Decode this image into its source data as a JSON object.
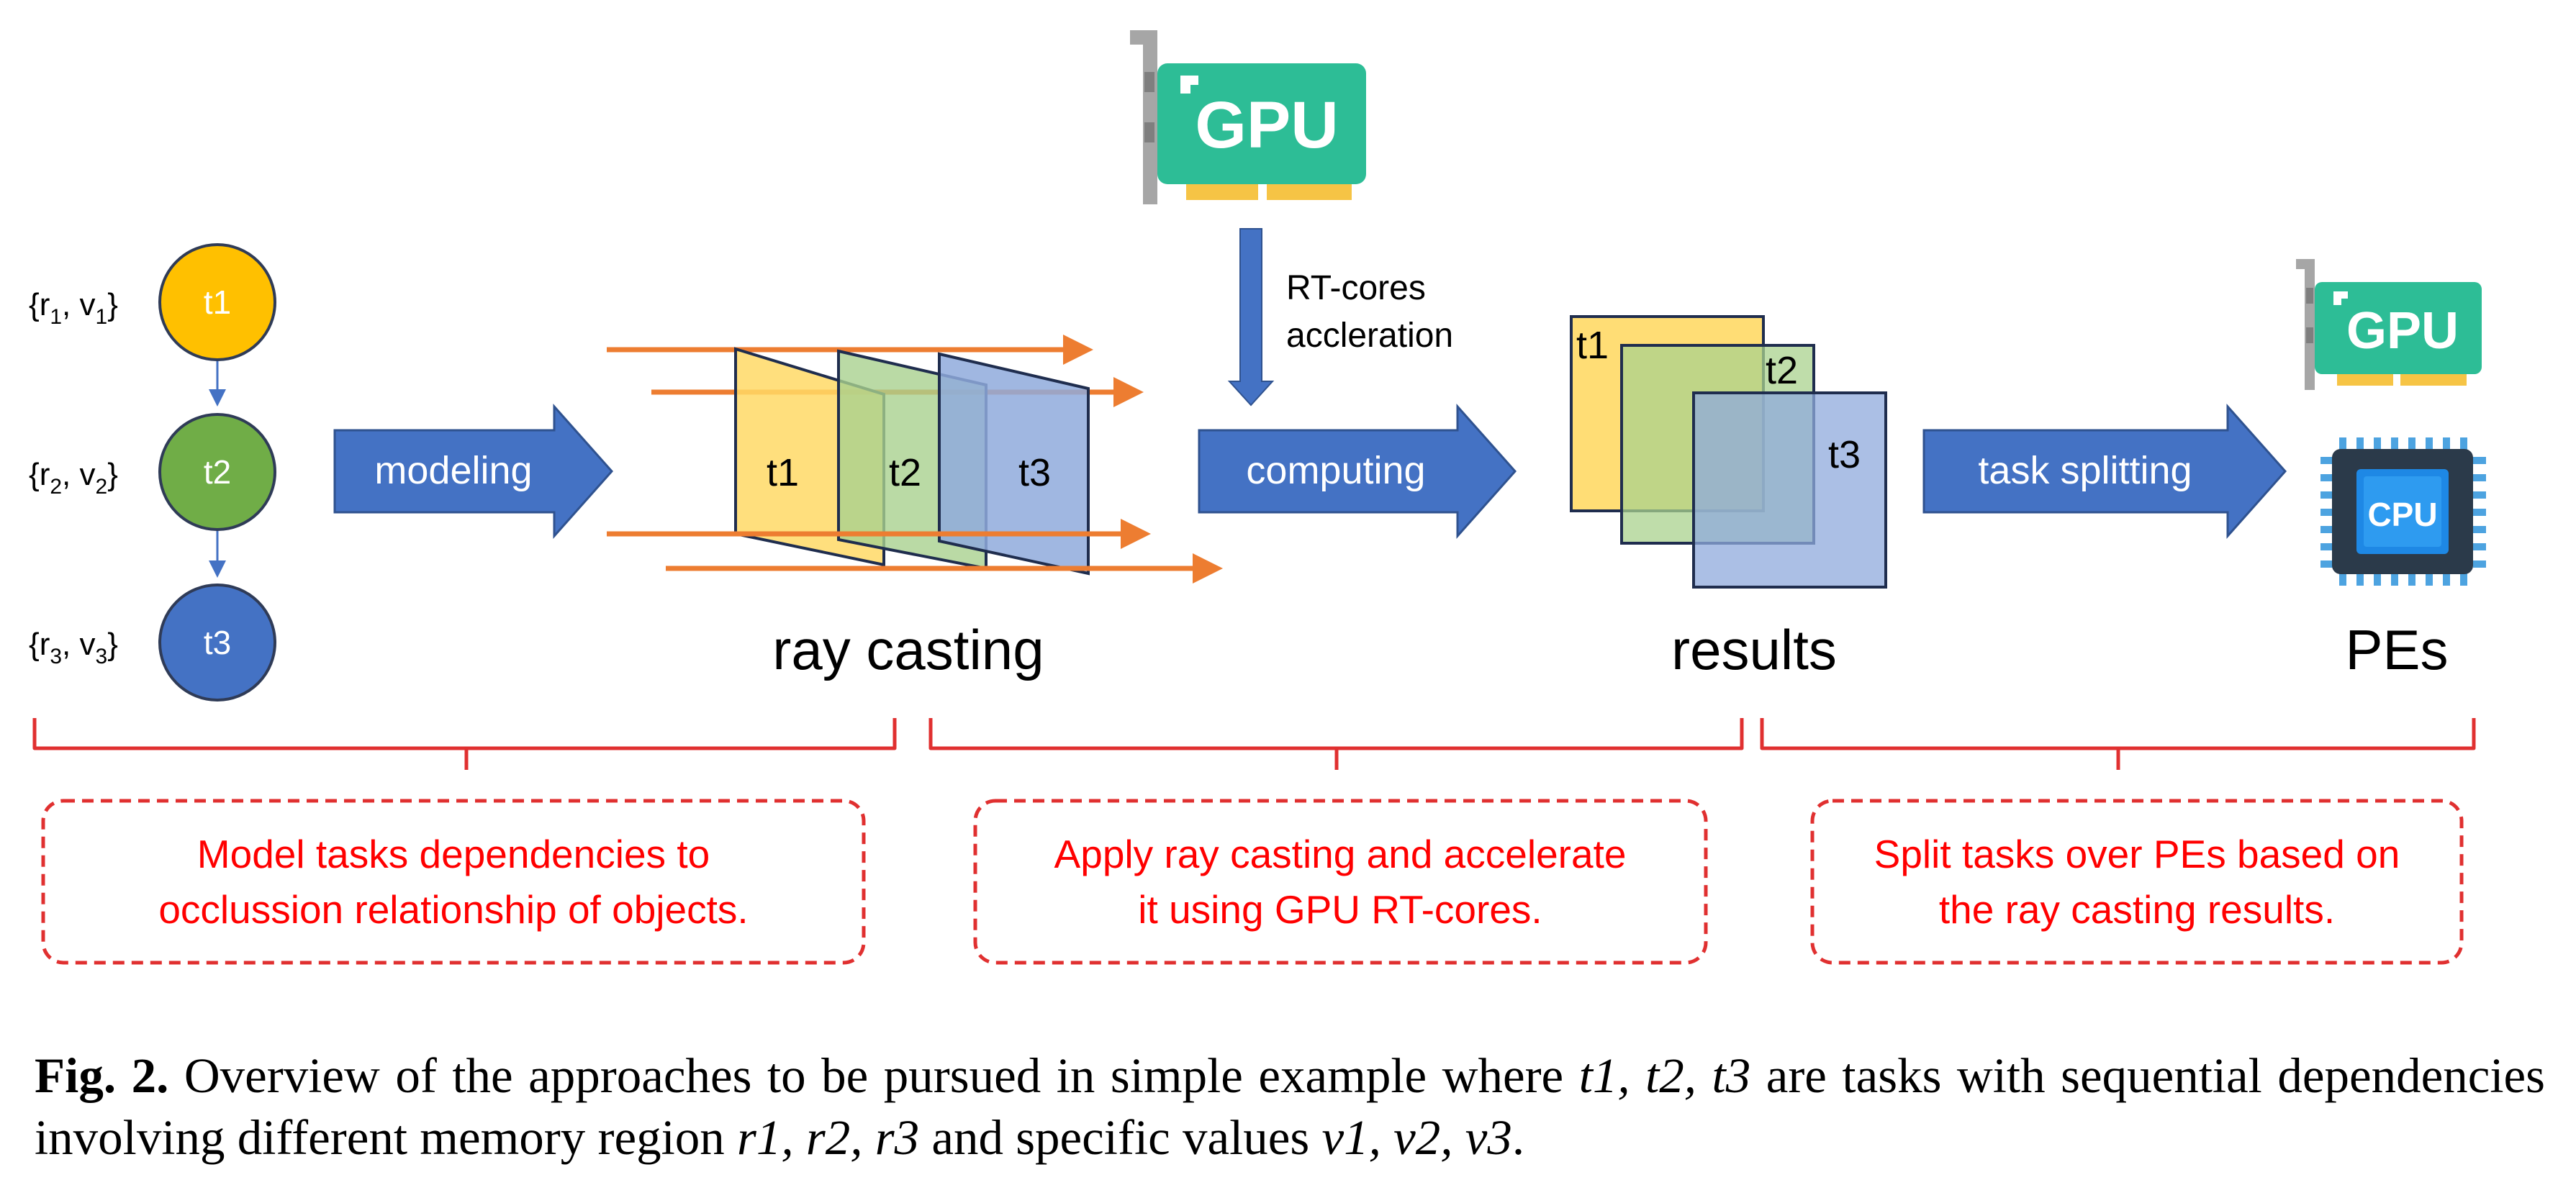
{
  "tasks": [
    {
      "label": "t1",
      "annotation_r": "r",
      "annotation_sub_r": "1",
      "annotation_v": "v",
      "annotation_sub_v": "1",
      "color": "#FFC000"
    },
    {
      "label": "t2",
      "annotation_r": "r",
      "annotation_sub_r": "2",
      "annotation_v": "v",
      "annotation_sub_v": "2",
      "color": "#70AD47"
    },
    {
      "label": "t3",
      "annotation_r": "r",
      "annotation_sub_r": "3",
      "annotation_v": "v",
      "annotation_sub_v": "3",
      "color": "#4472C4"
    }
  ],
  "arrows": {
    "modeling": "modeling",
    "computing": "computing",
    "task_splitting": "task splitting"
  },
  "ray_casting": {
    "label": "ray casting",
    "planes": [
      "t1",
      "t2",
      "t3"
    ]
  },
  "gpu": {
    "chip_label": "GPU",
    "note_line1": "RT-cores",
    "note_line2": "accleration"
  },
  "results": {
    "label": "results",
    "squares": [
      "t1",
      "t2",
      "t3"
    ]
  },
  "pes": {
    "label": "PEs",
    "gpu_label": "GPU",
    "cpu_label": "CPU"
  },
  "boxes": [
    {
      "line1": "Model tasks dependencies to",
      "line2": "occlussion relationship of objects."
    },
    {
      "line1": "Apply ray casting and accelerate",
      "line2": "it using GPU RT-cores."
    },
    {
      "line1": "Split tasks over PEs based on",
      "line2": "the ray casting results."
    }
  ],
  "caption": {
    "fig": "Fig. 2.",
    "p1": " Overview of the approaches to be pursued in simple example where ",
    "tasks": "t1, t2, t3",
    "p2": " are tasks with sequential dependencies involving different memory region ",
    "regions": "r1, r2, r3",
    "p3": " and specific values ",
    "values": "v1, v2, v3",
    "p4": "."
  },
  "colors": {
    "arrow_blue": "#4472C4",
    "ray_orange": "#ED7D31",
    "brace_red": "#E03030",
    "gpu_green": "#2DBD96",
    "text_red": "#FF0000"
  }
}
